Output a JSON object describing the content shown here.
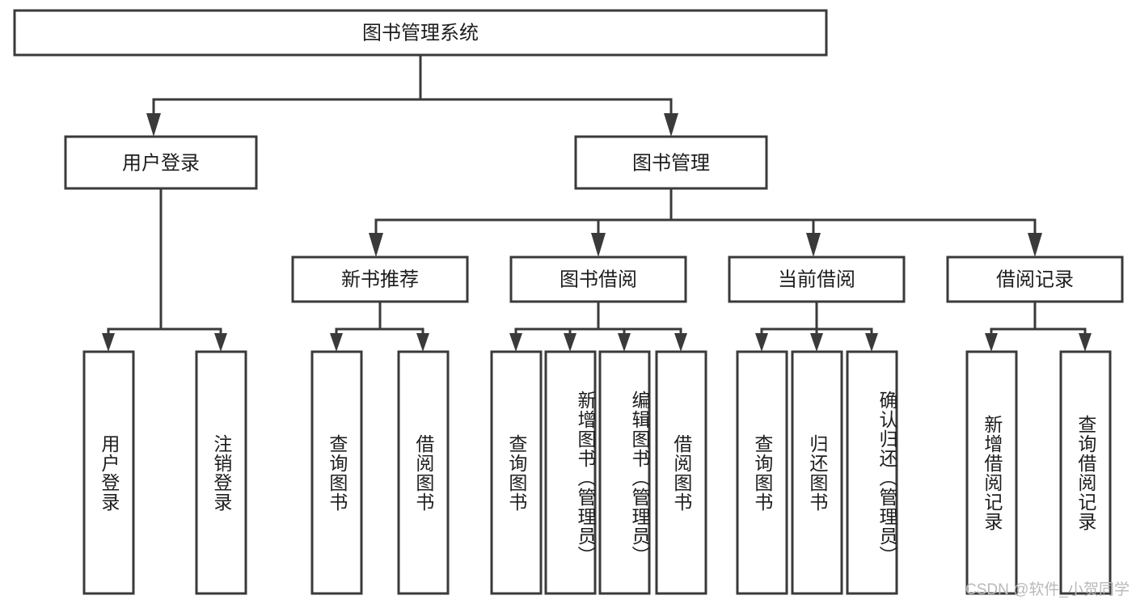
{
  "diagram": {
    "type": "tree-hierarchy",
    "title": "图书管理系统",
    "root": {
      "label": "图书管理系统"
    },
    "level2": [
      {
        "label": "用户登录"
      },
      {
        "label": "图书管理"
      }
    ],
    "level3": [
      {
        "label": "新书推荐"
      },
      {
        "label": "图书借阅"
      },
      {
        "label": "当前借阅"
      },
      {
        "label": "借阅记录"
      }
    ],
    "leaves_user_login": [
      {
        "label": "用户登录"
      },
      {
        "label": "注销登录"
      }
    ],
    "leaves_new_book": [
      {
        "label": "查询图书"
      },
      {
        "label": "借阅图书"
      }
    ],
    "leaves_borrow": [
      {
        "label": "查询图书"
      },
      {
        "label": "新增图书（管理员）"
      },
      {
        "label": "编辑图书（管理员）"
      },
      {
        "label": "借阅图书"
      }
    ],
    "leaves_current": [
      {
        "label": "查询图书"
      },
      {
        "label": "归还图书"
      },
      {
        "label": "确认归还（管理员）"
      }
    ],
    "leaves_record": [
      {
        "label": "新增借阅记录"
      },
      {
        "label": "查询借阅记录"
      }
    ]
  },
  "watermark": {
    "text": "CSDN @软件_小贺同学"
  },
  "colors": {
    "stroke": "#3a3a3a",
    "fill": "#ffffff",
    "text": "#1d1d1d",
    "watermark": "#b9b9b9"
  }
}
